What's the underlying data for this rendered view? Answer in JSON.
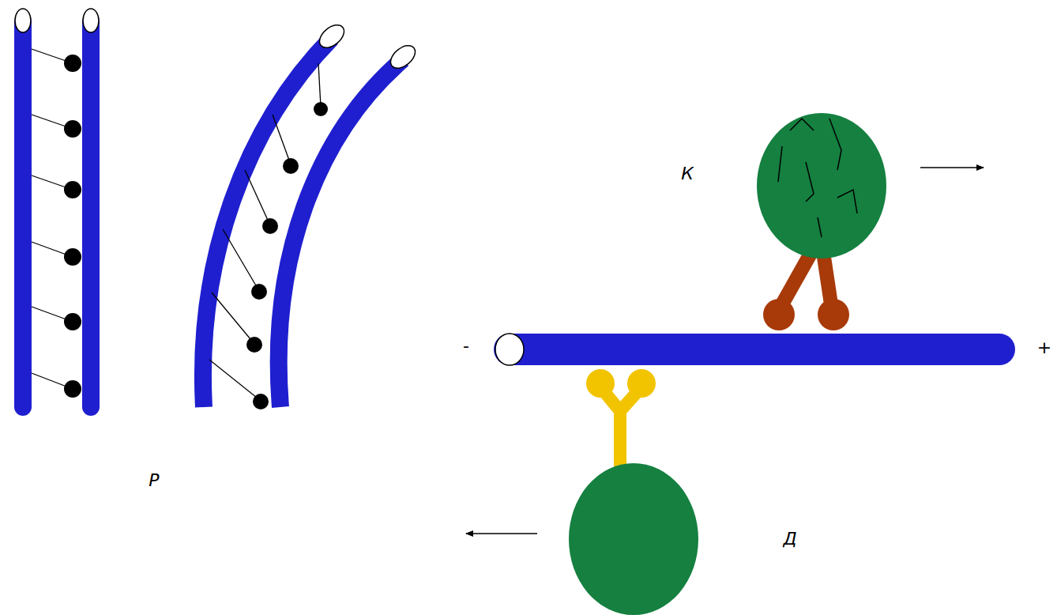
{
  "diagram": {
    "labels": [
      "Р",
      "К",
      "Д",
      "-",
      "+"
    ]
  }
}
